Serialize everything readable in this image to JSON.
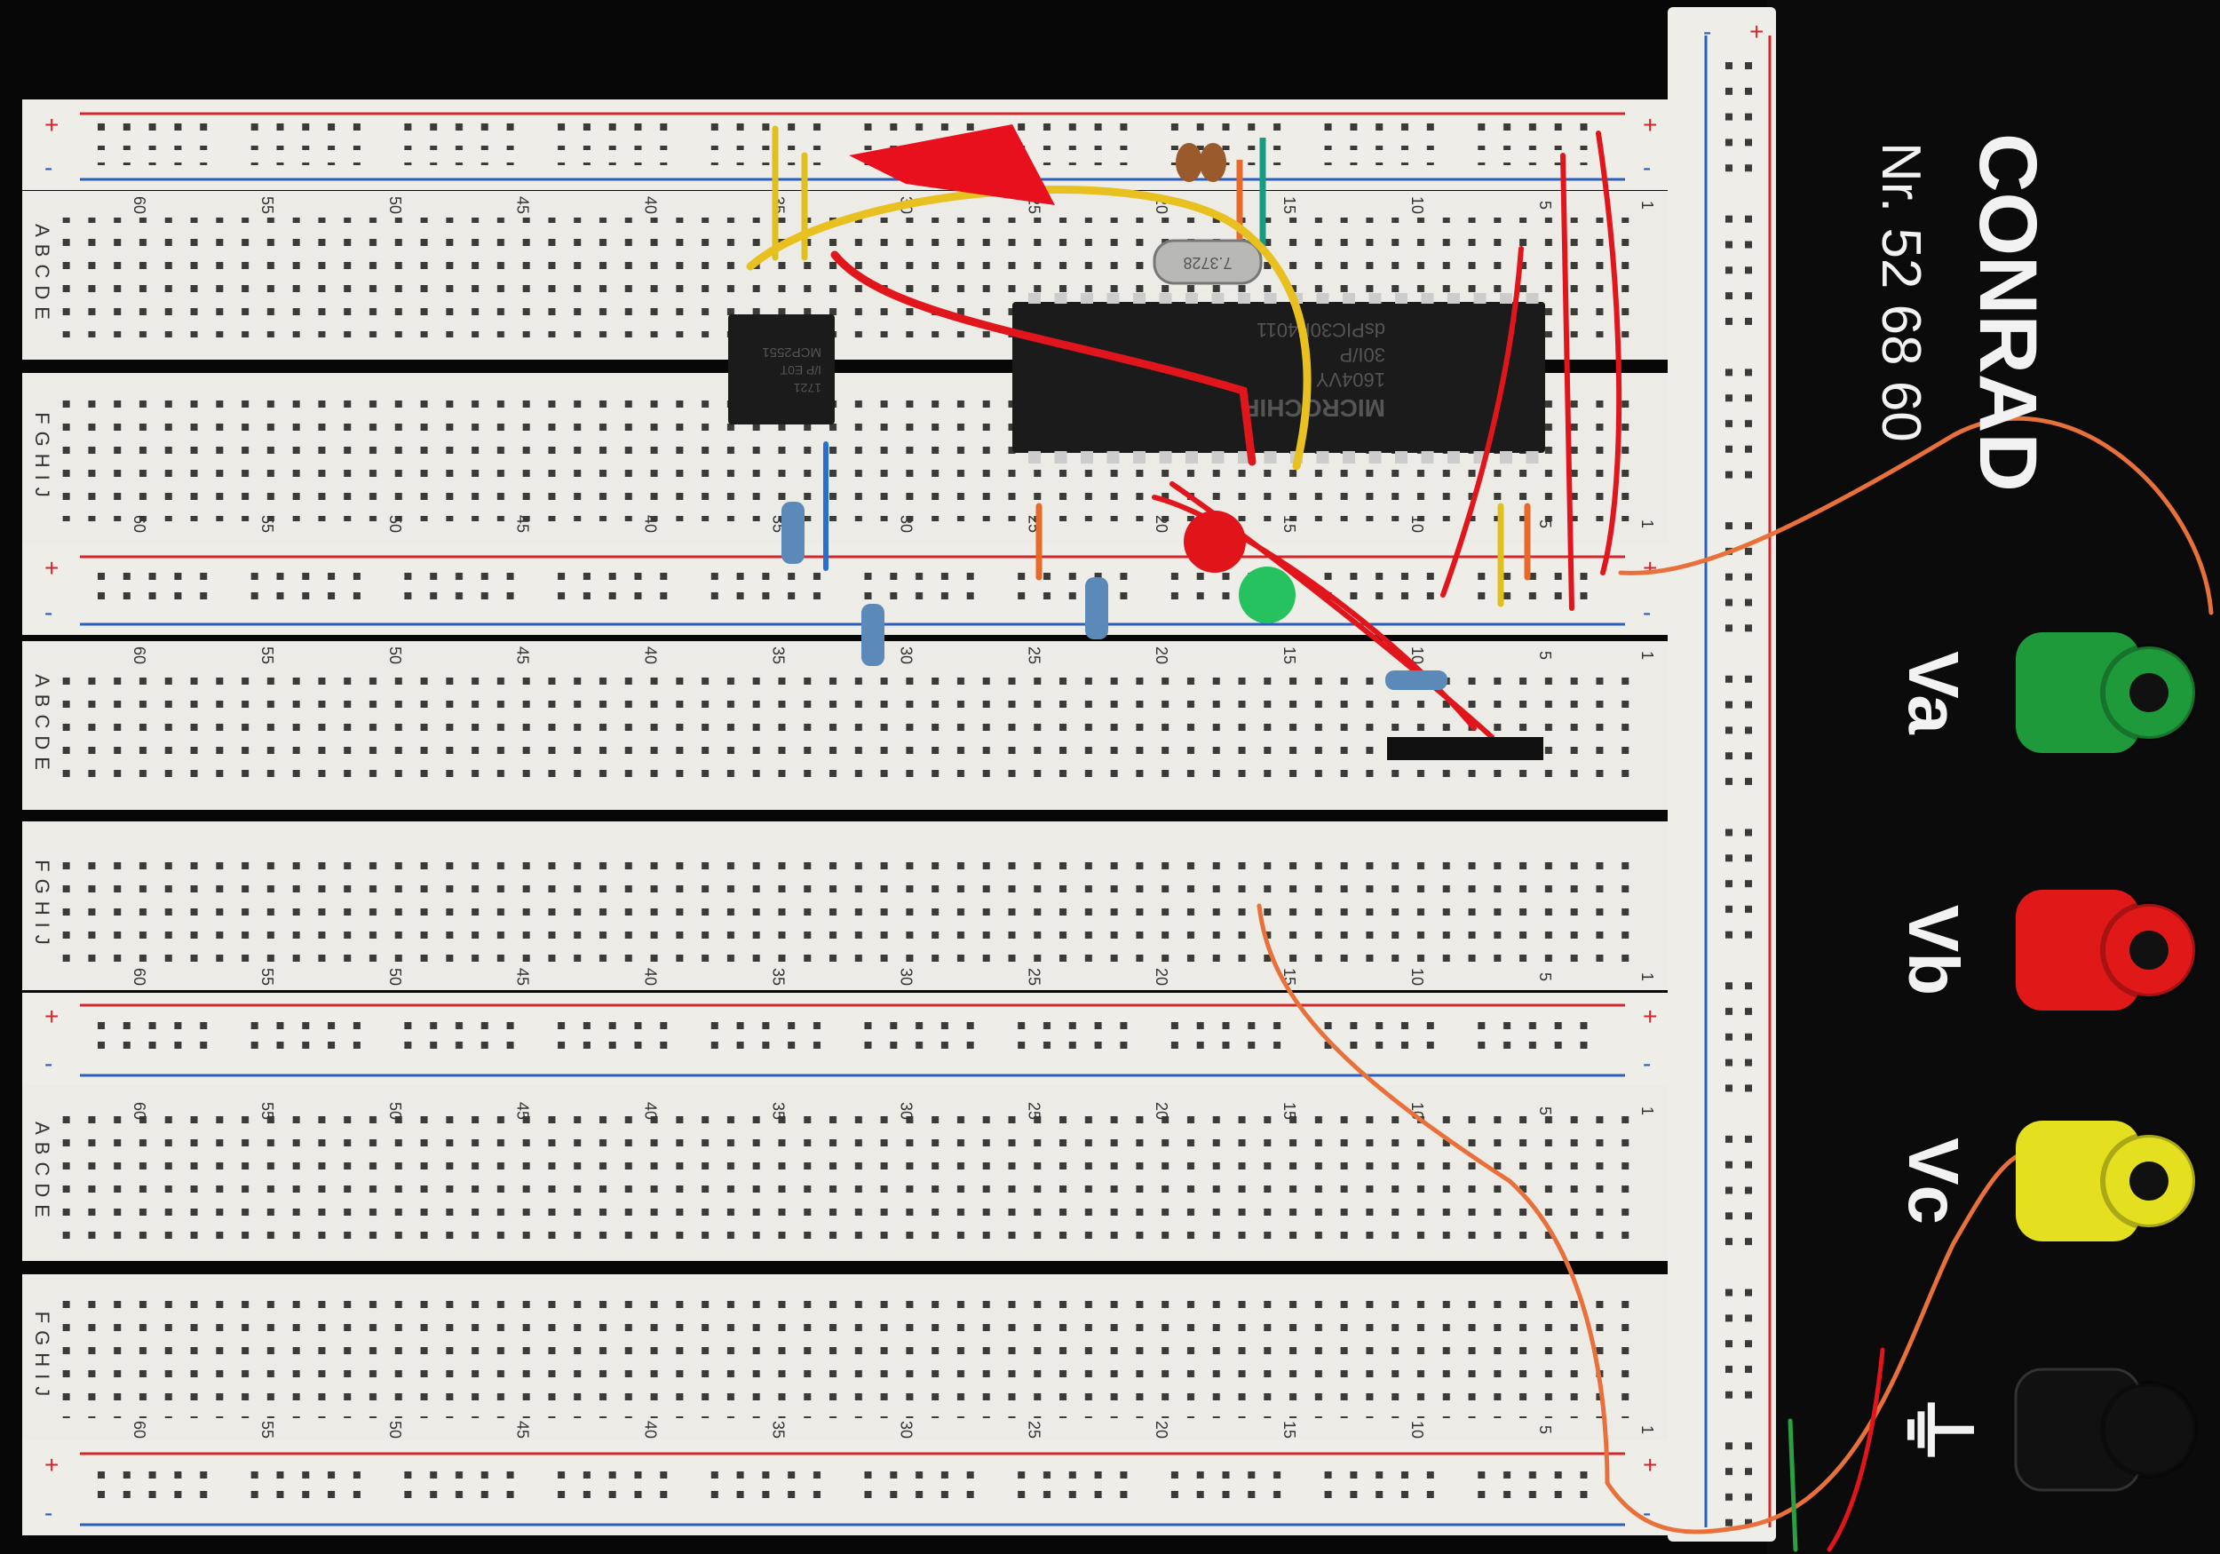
{
  "breadboard": {
    "column_numbers": [
      "60",
      "55",
      "50",
      "45",
      "40",
      "35",
      "30",
      "25",
      "20",
      "15",
      "10",
      "5",
      "1"
    ],
    "rows_upper": "ABCDE",
    "rows_lower": "FGHIJ",
    "rail_plus": "+",
    "rail_minus": "-"
  },
  "components": {
    "mcu": {
      "brand": "MICROCHIP",
      "part": "dsPIC30F4011",
      "suffix": "30I/P",
      "lot": "1604VY"
    },
    "transceiver": {
      "part": "MCP2551",
      "suffix": "I/P E0T",
      "lot": "1721"
    },
    "crystal": {
      "label": "7.3728"
    }
  },
  "panel": {
    "brand": "CONRAD",
    "model": "Nr. 52 68 60",
    "terminals": [
      {
        "label": "Va",
        "color": "#1f9a3a"
      },
      {
        "label": "Vb",
        "color": "#e01818"
      },
      {
        "label": "Vc",
        "color": "#e4e020"
      },
      {
        "label": "⏚",
        "color": "#111111"
      }
    ]
  },
  "colors": {
    "board": "#ecebe6",
    "rail_red": "#d2262b",
    "rail_blue": "#2a5fc0"
  }
}
